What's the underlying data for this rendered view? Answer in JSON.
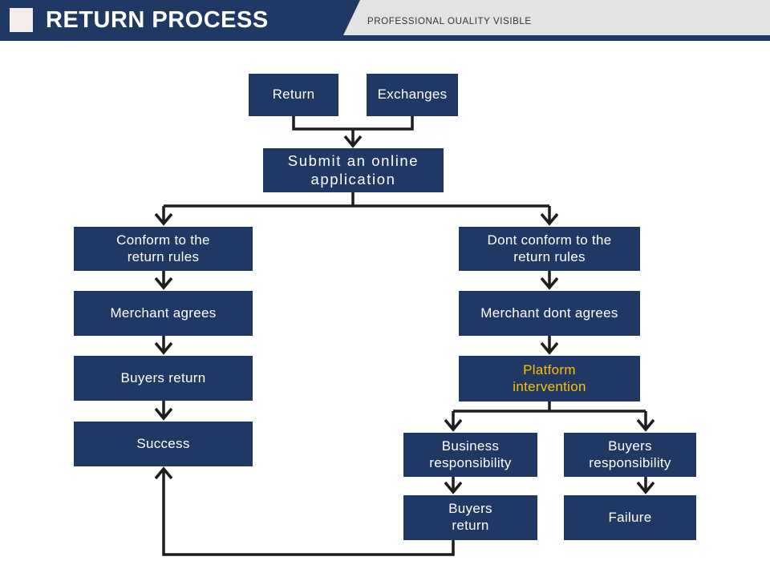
{
  "header": {
    "title": "RETURN PROCESS",
    "tagline": "PROFESSIONAL OUALITY VISIBLE",
    "colors": {
      "bar": "#1f3864",
      "tagline_band": "#e3e3e3",
      "accent_square": "#f5ecec"
    }
  },
  "flowchart": {
    "colors": {
      "box_bg": "#1f3864",
      "box_text": "#ffffff",
      "highlight_text": "#ffc000",
      "connector": "#1d1d1d"
    },
    "nodes": [
      {
        "id": "return",
        "label": "Return"
      },
      {
        "id": "exchanges",
        "label": "Exchanges"
      },
      {
        "id": "submit-application",
        "label": "Submit an online\napplication"
      },
      {
        "id": "conform-rules",
        "label": "Conform to the\nreturn rules"
      },
      {
        "id": "merchant-agrees",
        "label": "Merchant agrees"
      },
      {
        "id": "buyers-return",
        "label": "Buyers return"
      },
      {
        "id": "success",
        "label": "Success"
      },
      {
        "id": "dont-conform-rules",
        "label": "Dont conform to the\nreturn rules"
      },
      {
        "id": "merchant-dont-agrees",
        "label": "Merchant dont agrees"
      },
      {
        "id": "platform-intervention",
        "label": "Platform\nintervention"
      },
      {
        "id": "business-responsibility",
        "label": "Business\nresponsibility"
      },
      {
        "id": "buyers-responsibility",
        "label": "Buyers\nresponsibility"
      },
      {
        "id": "buyers-return-2",
        "label": "Buyers\nreturn"
      },
      {
        "id": "failure",
        "label": "Failure"
      }
    ]
  }
}
